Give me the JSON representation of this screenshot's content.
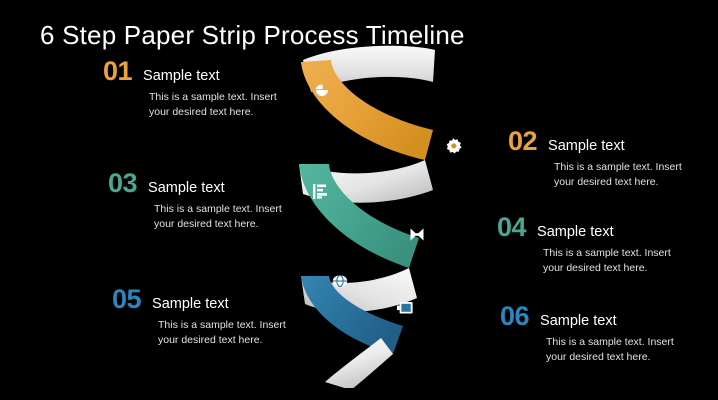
{
  "slide": {
    "title": "6 Step Paper Strip Process Timeline",
    "background_color": "#000000",
    "text_color": "#ffffff"
  },
  "palette": {
    "orange": "#E8A33D",
    "orange_dark": "#D8922C",
    "teal": "#48A893",
    "teal_dark": "#3D9580",
    "blue": "#2B74A0",
    "blue_dark": "#24658C",
    "paper_light": "#F2F2F2",
    "paper_gray": "#C9C9C9",
    "body_text": "#e2e2e2"
  },
  "steps": [
    {
      "number": "01",
      "title": "Sample text",
      "description": "This is a sample text. Insert your desired text here.",
      "number_color": "#E8A33D",
      "side": "left",
      "icon": "pie-chart-icon"
    },
    {
      "number": "02",
      "title": "Sample text",
      "description": "This is a sample text. Insert your desired text here.",
      "number_color": "#E8A33D",
      "side": "right",
      "icon": "gear-icon"
    },
    {
      "number": "03",
      "title": "Sample text",
      "description": "This is a sample text. Insert your desired text here.",
      "number_color": "#48A893",
      "side": "left",
      "icon": "bar-chart-icon"
    },
    {
      "number": "04",
      "title": "Sample text",
      "description": "This is a sample text. Insert your desired text here.",
      "number_color": "#48A893",
      "side": "right",
      "icon": "hourglass-icon"
    },
    {
      "number": "05",
      "title": "Sample text",
      "description": "This is a sample text. Insert your desired text here.",
      "number_color": "#2B86BF",
      "side": "left",
      "icon": "globe-icon"
    },
    {
      "number": "06",
      "title": "Sample text",
      "description": "This is a sample text. Insert your desired text here.",
      "number_color": "#2B86BF",
      "side": "right",
      "icon": "battery-icon"
    }
  ],
  "ribbon": {
    "segments": [
      {
        "name": "segment-orange",
        "color": "#E8A33D",
        "icons": [
          "pie-chart-icon",
          "gear-icon"
        ]
      },
      {
        "name": "segment-teal",
        "color": "#48A893",
        "icons": [
          "bar-chart-icon",
          "hourglass-icon"
        ]
      },
      {
        "name": "segment-blue",
        "color": "#2B74A0",
        "icons": [
          "globe-icon",
          "battery-icon"
        ]
      }
    ],
    "back_faces": 4
  }
}
